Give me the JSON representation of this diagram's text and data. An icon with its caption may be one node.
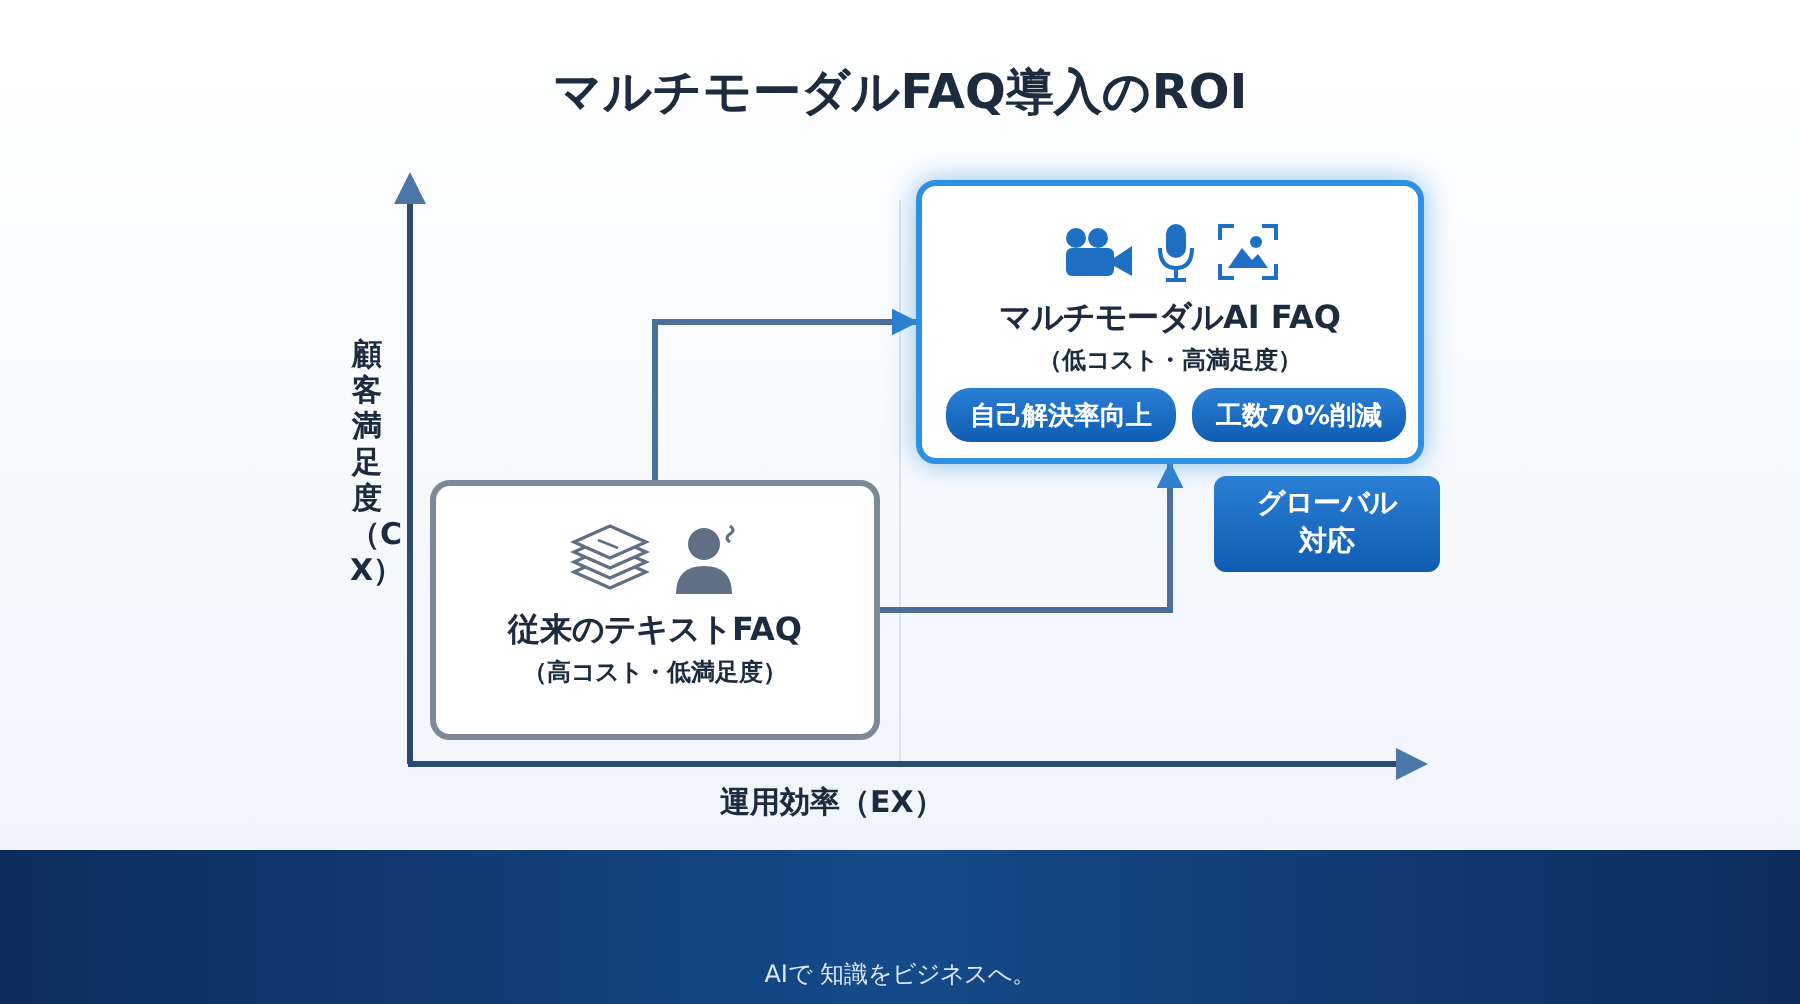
{
  "diagram": {
    "title": "マルチモーダルFAQ導入のROI",
    "nodes": [
      {
        "text": [
          "マルチモーダルAI FAQ",
          "（低コスト・高満足度）"
        ]
      },
      {
        "text": [
          "自己解決率向上"
        ],
        "in": 0
      },
      {
        "text": [
          "工数70%削減"
        ],
        "in": 0
      },
      {
        "text": [
          "グローバル対応"
        ]
      },
      {
        "text": [
          "従来のテキストFAQ",
          "（高コスト・低満足度）"
        ]
      }
    ],
    "edges": [
      {
        "from": 4,
        "to": 0,
        "arrow": "to"
      },
      {
        "from": 4,
        "to": 0,
        "arrow": "to"
      }
    ],
    "labels": [
      "顧客満足度（CX）",
      "運用効率（EX）",
      "AIで 知識をビジネスへ。"
    ]
  }
}
